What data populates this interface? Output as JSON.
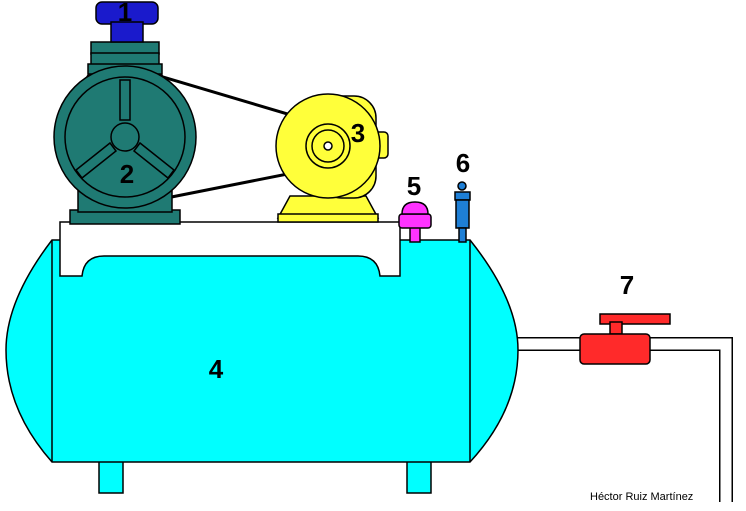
{
  "labels": {
    "l1": "1",
    "l2": "2",
    "l3": "3",
    "l4": "4",
    "l5": "5",
    "l6": "6",
    "l7": "7"
  },
  "credit": "Héctor Ruiz Martínez",
  "colors": {
    "tank": "#00ffff",
    "compressor": "#1f7a73",
    "cap": "#1a1acc",
    "motor": "#ffff3a",
    "pressure_switch": "#ff33ff",
    "safety_valve": "#1e7fd6",
    "outlet_valve": "#ff2a2a",
    "base_plate": "#ffffff",
    "outline": "#000000"
  },
  "icons": {
    "compressor": "compressor-head-icon",
    "motor": "electric-motor-icon",
    "tank": "air-tank-icon"
  }
}
